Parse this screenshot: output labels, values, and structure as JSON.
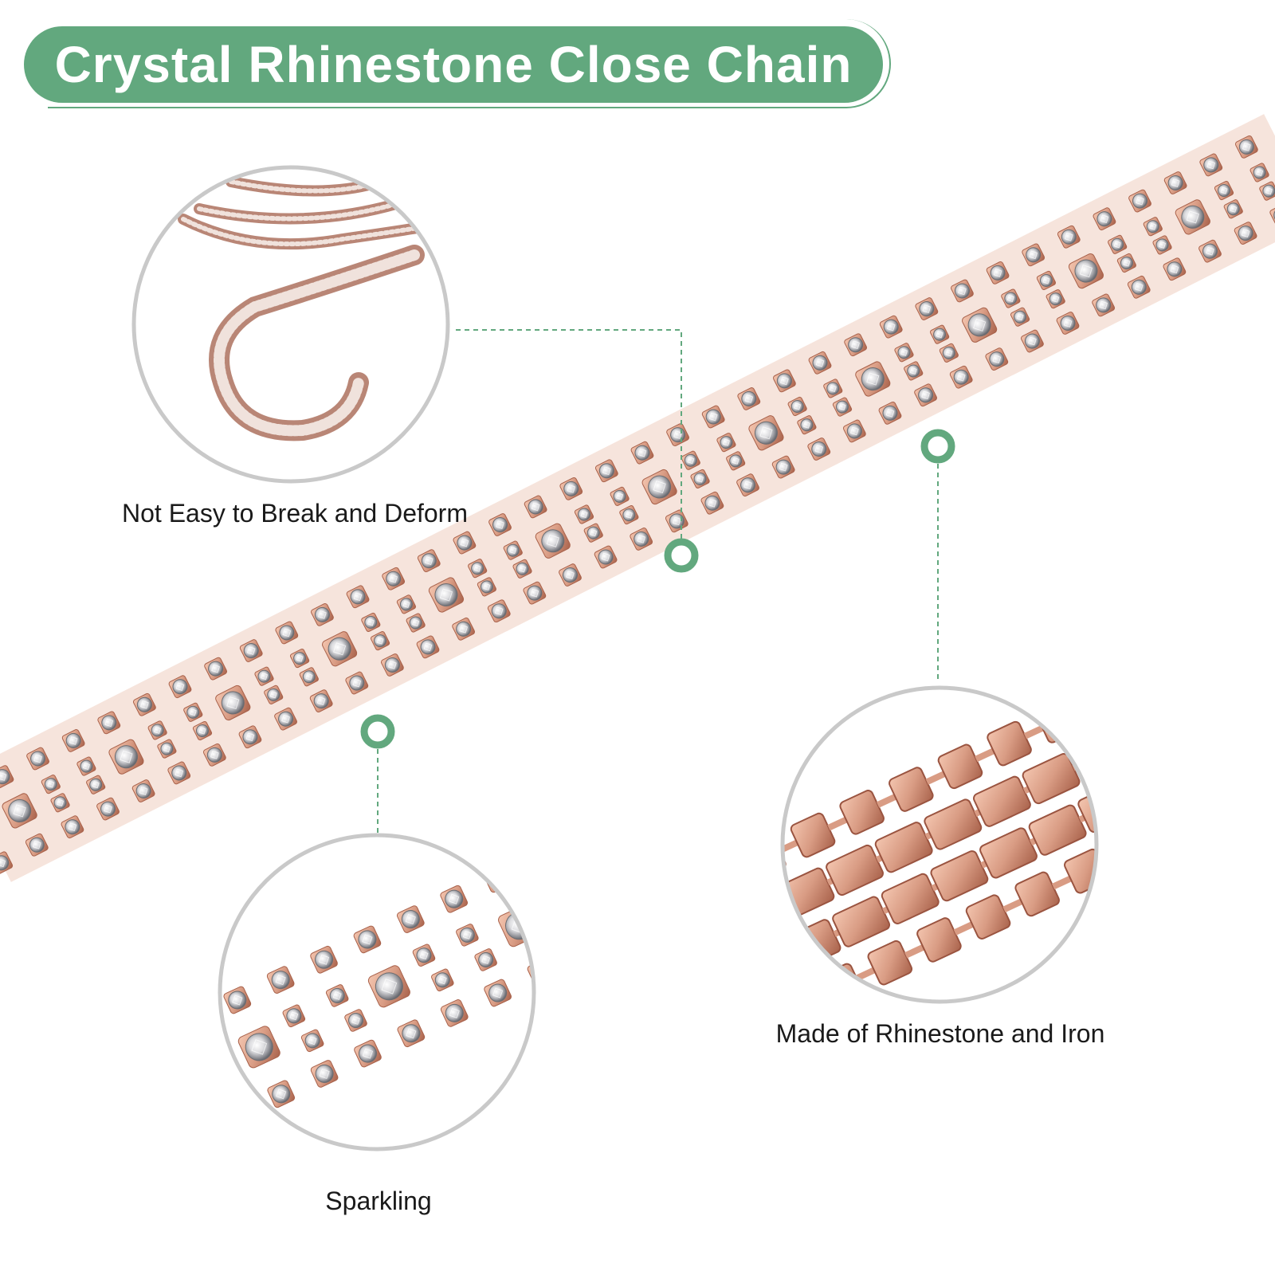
{
  "title": "Crystal Rhinestone Close Chain",
  "features": [
    {
      "label": "Not Easy to Break and Deform",
      "detail": "coiled-chain-closeup"
    },
    {
      "label": "Made of Rhinestone and Iron",
      "detail": "metal-back-closeup"
    },
    {
      "label": "Sparkling",
      "detail": "rhinestone-front-closeup"
    }
  ],
  "colors": {
    "accent": "#62a87e",
    "metal": "#d99c84",
    "metal_dark": "#b86f56",
    "crystal": "#e8e8ea",
    "circle_border": "#c9c9c9",
    "text": "#1a1a1a"
  }
}
